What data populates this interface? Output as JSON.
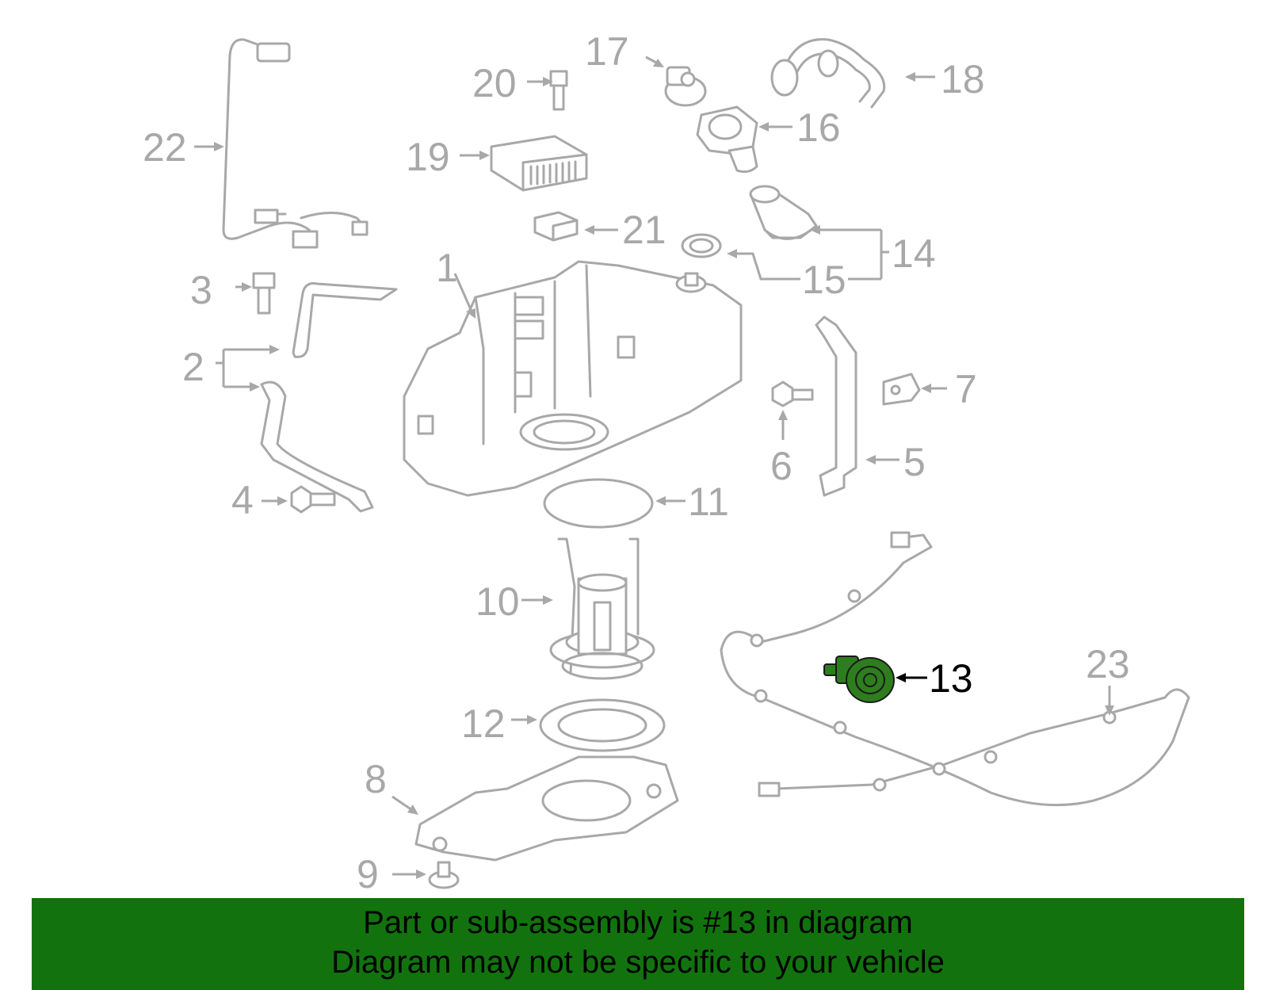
{
  "diagram": {
    "labels": [
      {
        "id": "1",
        "text": "1"
      },
      {
        "id": "2",
        "text": "2"
      },
      {
        "id": "3",
        "text": "3"
      },
      {
        "id": "4",
        "text": "4"
      },
      {
        "id": "5",
        "text": "5"
      },
      {
        "id": "6",
        "text": "6"
      },
      {
        "id": "7",
        "text": "7"
      },
      {
        "id": "8",
        "text": "8"
      },
      {
        "id": "9",
        "text": "9"
      },
      {
        "id": "10",
        "text": "10"
      },
      {
        "id": "11",
        "text": "11"
      },
      {
        "id": "12",
        "text": "12"
      },
      {
        "id": "13",
        "text": "13"
      },
      {
        "id": "14",
        "text": "14"
      },
      {
        "id": "15",
        "text": "15"
      },
      {
        "id": "16",
        "text": "16"
      },
      {
        "id": "17",
        "text": "17"
      },
      {
        "id": "18",
        "text": "18"
      },
      {
        "id": "19",
        "text": "19"
      },
      {
        "id": "20",
        "text": "20"
      },
      {
        "id": "21",
        "text": "21"
      },
      {
        "id": "22",
        "text": "22"
      },
      {
        "id": "23",
        "text": "23"
      }
    ],
    "highlighted_part": "13",
    "highlight_color": "#2e7d1e",
    "line_color": "#a8a8a8"
  },
  "banner": {
    "line1": "Part or sub-assembly is #13 in diagram",
    "line2": "Diagram may not be specific to your vehicle",
    "background_color": "#12730e"
  }
}
